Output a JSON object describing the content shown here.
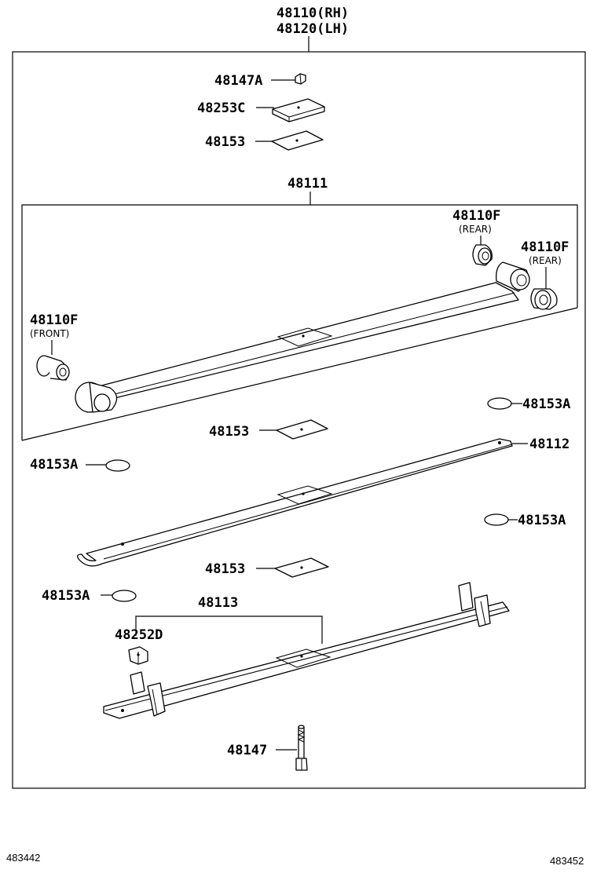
{
  "title": {
    "line1": "48110(RH)",
    "line2": "48120(LH)"
  },
  "labels": {
    "p48147a": "48147A",
    "p48253c": "48253C",
    "p48153_top": "48153",
    "p48111": "48111",
    "p48110f_rear1": "48110F",
    "rear1": "(REAR)",
    "p48110f_rear2": "48110F",
    "rear2": "(REAR)",
    "p48110f_front": "48110F",
    "front": "(FRONT)",
    "p48153a_1": "48153A",
    "p48153_mid1": "48153",
    "p48112": "48112",
    "p48153a_2": "48153A",
    "p48153a_3": "48153A",
    "p48153_mid2": "48153",
    "p48153a_4": "48153A",
    "p48113": "48113",
    "p48252d": "48252D",
    "p48147": "48147"
  },
  "footer": {
    "left": "483442",
    "right": "483452"
  }
}
